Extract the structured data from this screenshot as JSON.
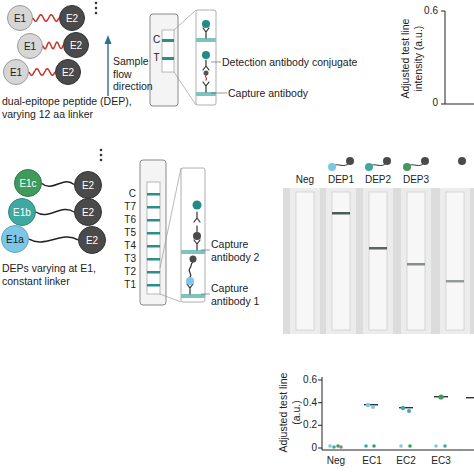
{
  "diagram": {
    "nodes": [
      {
        "text": [
          "E1"
        ]
      },
      {
        "text": [
          "E2"
        ]
      },
      {
        "text": [
          "E1"
        ]
      },
      {
        "text": [
          "E2"
        ]
      },
      {
        "text": [
          "E1"
        ]
      },
      {
        "text": [
          "E2"
        ]
      },
      {
        "text": [
          "E1c"
        ]
      },
      {
        "text": [
          "E2"
        ]
      },
      {
        "text": [
          "E1b"
        ]
      },
      {
        "text": [
          "E2"
        ]
      },
      {
        "text": [
          "E1a"
        ]
      },
      {
        "text": [
          "E2"
        ]
      }
    ],
    "edges": [
      {
        "from": 0,
        "to": 1,
        "arrow": "none"
      },
      {
        "from": 2,
        "to": 3,
        "arrow": "none"
      },
      {
        "from": 4,
        "to": 5,
        "arrow": "none"
      },
      {
        "from": 6,
        "to": 7,
        "arrow": "none"
      },
      {
        "from": 8,
        "to": 9,
        "arrow": "none"
      },
      {
        "from": 10,
        "to": 11,
        "arrow": "none"
      }
    ],
    "labels": [
      "dual-epitope peptide (DEP), varying 12 aa linker",
      "Sample flow direction",
      "C",
      "T",
      "Detection antibody conjugate",
      "Capture antibody",
      "Adjusted test line intensity (a.u.)",
      "0.6",
      "0",
      "DEPs varying at E1, constant linker",
      "C",
      "T7",
      "T6",
      "T5",
      "T4",
      "T3",
      "T2",
      "T1",
      "Capture antibody 2",
      "Capture antibody 1",
      "Neg",
      "DEP1",
      "DEP2",
      "DEP3",
      "Adjusted test line (a.u.)",
      "0.6",
      "0.4",
      "0.2",
      "0",
      "Neg",
      "EC1",
      "EC2",
      "EC3"
    ]
  }
}
